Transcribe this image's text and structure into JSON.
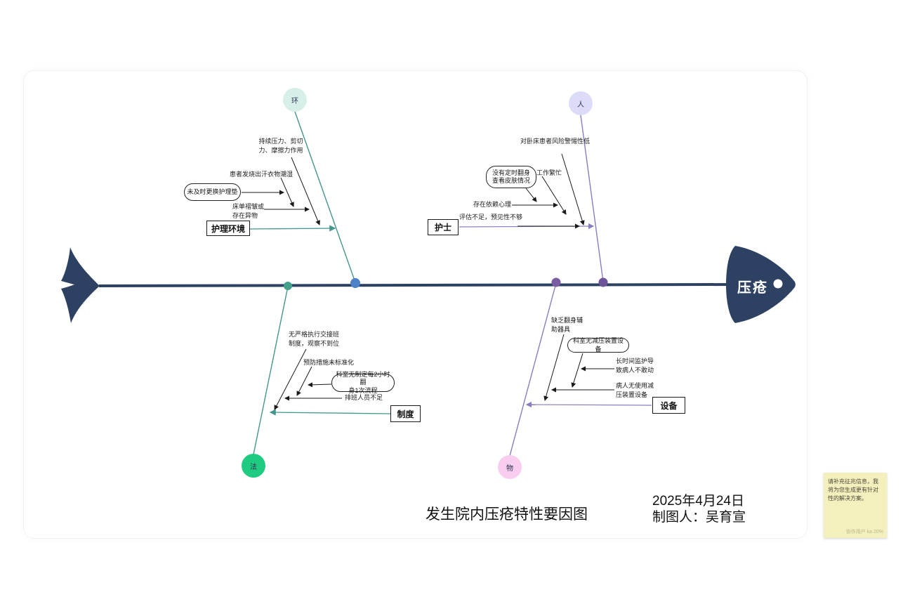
{
  "colors": {
    "spine": "#2d4163",
    "head_fill": "#2d4163",
    "branch_teal": "#44968f",
    "branch_purple": "#8b7cc2",
    "dot_teal": "#44a18c",
    "dot_blue": "#4d82c8",
    "dot_purple_left": "#7b5ca2",
    "dot_purple_right": "#6d5398",
    "circle_env": "#d7efe9",
    "circle_person": "#dcdbf8",
    "circle_method": "#1ecb81",
    "circle_material": "#f8cdf0",
    "note_bg": "#f4f0bd"
  },
  "diagram": {
    "effect_label": "压疮",
    "title": "发生院内压疮特性要因图",
    "date_author": "2025年4月24日\n制图人：吴育宣",
    "branches": {
      "env": {
        "tag": "环",
        "category": "护理环境",
        "causes": [
          "持续压力、剪切\n力、摩擦力作用",
          "患者发烧出汗衣物潮湿",
          "未及时更换护理垫",
          "床单褶皱或\n存在异物"
        ]
      },
      "person": {
        "tag": "人",
        "category": "护士",
        "causes": [
          "对卧床患者风险警惕性低",
          "没有定时翻身\n查看皮肤情况",
          "工作繁忙",
          "存在依赖心理",
          "评估不足，预见性不够"
        ]
      },
      "method": {
        "tag": "法",
        "category": "制度",
        "causes": [
          "无严格执行交接班\n制度，观察不到位",
          "预防措施未标准化",
          "科室无制定每2小时翻\n身1次流程",
          "排班人员不足"
        ]
      },
      "material": {
        "tag": "物",
        "category": "设备",
        "causes": [
          "缺乏翻身辅\n助器具",
          "科室无减压装置设备",
          "长时间监护导\n致病人不敢动",
          "病人无使用减\n压装置设备"
        ]
      }
    }
  },
  "note": {
    "text": "请补充征兆信息，我将为您生成更有针对性的解决方案。",
    "footer": "协作用户 ka 20%"
  }
}
